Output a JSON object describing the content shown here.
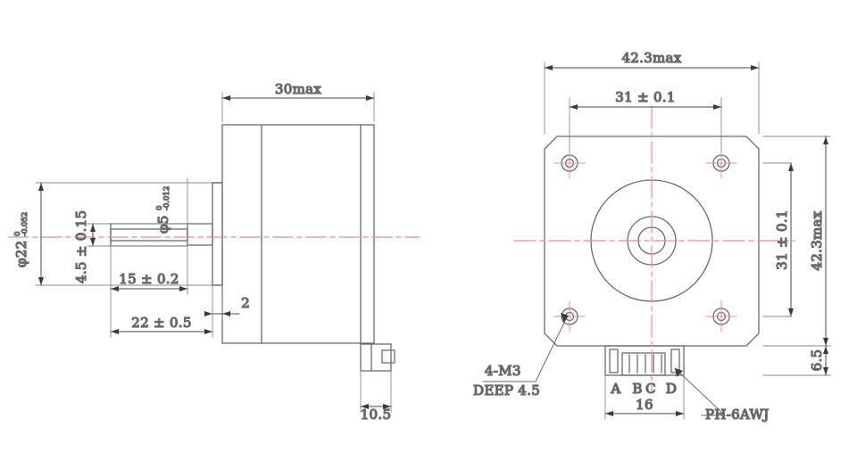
{
  "drawing": {
    "title": "Stepper motor dimensional drawing",
    "line_color": "#6b6b6b",
    "center_line_color": "#e58f8f",
    "text_color": "#3c3c3c",
    "background": "#ffffff"
  },
  "side_view": {
    "name": "side-view",
    "dimensions": {
      "body_length": "30max",
      "shaft_flat_length": "15 ± 0.2",
      "shaft_length_total": "22 ± 0.5",
      "front_plate": "2",
      "connector_width": "10.5",
      "shaft_diameter_value": "φ22",
      "shaft_diameter_upper": "0",
      "shaft_diameter_lower": "-0.052",
      "shaft_step_diameter_value": "φ5",
      "shaft_step_diameter_upper": "0",
      "shaft_step_diameter_lower": "-0.012",
      "flat_height": "4.5 ± 0.15"
    }
  },
  "front_view": {
    "name": "front-view",
    "dimensions": {
      "overall_width": "42.3max",
      "hole_pitch_horizontal": "31 ± 0.1",
      "hole_pitch_vertical": "31 ± 0.1",
      "overall_height": "42.3max",
      "connector_offset": "6.5",
      "connector_width": "16"
    },
    "annotations": {
      "mounting_holes_line1": "4-M3",
      "mounting_holes_line2": "DEEP 4.5",
      "connector_type": "PH-6AWJ",
      "pin_labels": [
        "A",
        "B",
        "C",
        "D"
      ]
    }
  }
}
